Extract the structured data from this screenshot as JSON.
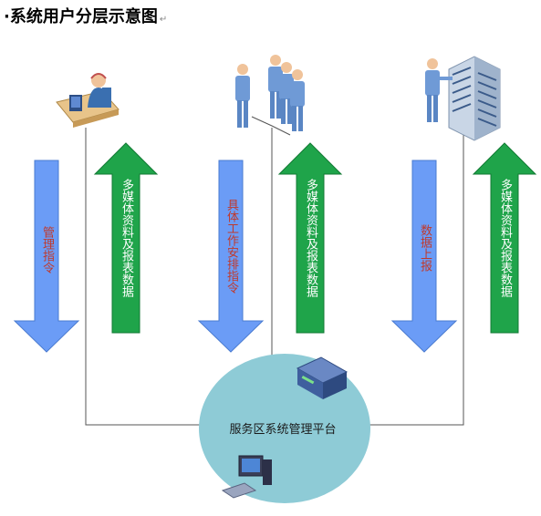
{
  "title": "·系统用户分层示意图",
  "title_mark": "↵",
  "platform": {
    "label": "服务区系统管理平台"
  },
  "columns": [
    {
      "down_label": "管理指令",
      "up_label": "多媒体资料及报表数据",
      "icon": "call-center-operator-icon"
    },
    {
      "down_label": "具体工作安排指令",
      "up_label": "多媒体资料及报表数据",
      "icon": "staff-group-icon"
    },
    {
      "down_label": "数据上报",
      "up_label": "多媒体资料及报表数据",
      "icon": "server-rack-icon"
    }
  ],
  "colors": {
    "down_arrow": "#6b9cf6",
    "up_arrow": "#1fa44a",
    "platform_circle": "#8ecbd6",
    "down_text": "#c0392b",
    "up_text": "#ffffff"
  }
}
